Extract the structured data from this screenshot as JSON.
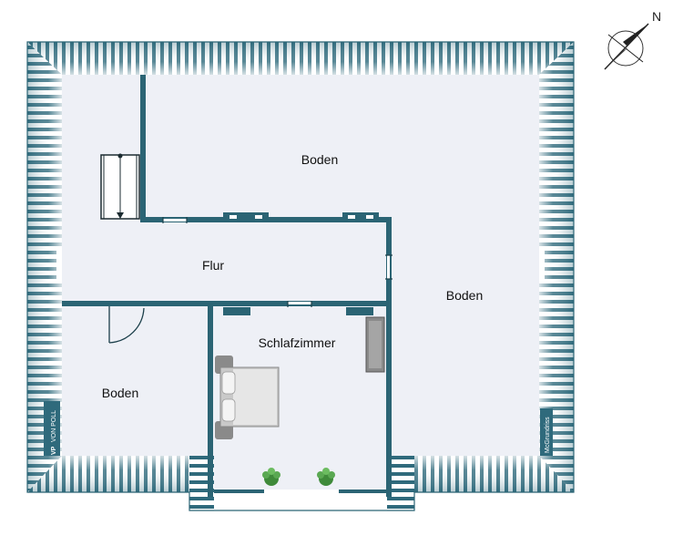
{
  "floor_plan": {
    "compass_label": "N",
    "rooms": {
      "attic_top": "Boden",
      "hall": "Flur",
      "attic_right": "Boden",
      "bedroom": "Schlafzimmer",
      "attic_left": "Boden"
    },
    "brand_text": "VON POLL",
    "brand_monogram": "VP",
    "credit_text": "McGrundriss"
  },
  "colors": {
    "wall": "#2b6474",
    "floor": "#eef0f6",
    "roof_band": "#2f6a7c",
    "roof_stripe": "#ffffff",
    "furniture": "#8a8a8a",
    "plant": "#3f8a3a"
  }
}
